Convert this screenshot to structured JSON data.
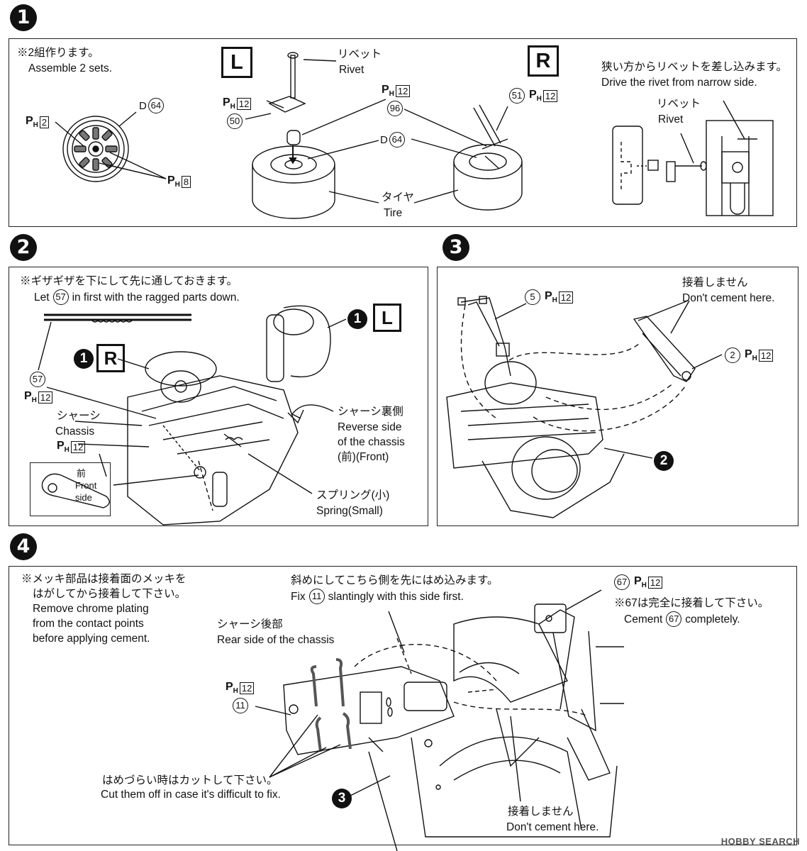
{
  "steps": {
    "s1": "1",
    "s2": "2",
    "s3": "3",
    "s4": "4"
  },
  "step1": {
    "note_jp": "※2組作ります。",
    "note_en": "Assemble 2 sets.",
    "left_label": "L",
    "right_label": "R",
    "rivet_jp": "リベット",
    "rivet_en": "Rivet",
    "tire_jp": "タイヤ",
    "tire_en": "Tire",
    "drive_jp": "狭い方からリベットを差し込みます。",
    "drive_en": "Drive the rivet from narrow side.",
    "rivet2_jp": "リベット",
    "rivet2_en": "Rivet",
    "refs": {
      "d64_prefix": "D",
      "d64": "64",
      "ph2": "2",
      "ph8": "8",
      "ph12_a": "12",
      "p50": "50",
      "ph12_b": "12",
      "p96": "96",
      "d64b_prefix": "D",
      "d64b": "64",
      "p51": "51",
      "ph12_c": "12"
    }
  },
  "step2": {
    "note_jp": "※ギザギザを下にして先に通しておきます。",
    "note_en_a": "Let",
    "note_part": "57",
    "note_en_b": "in first with the ragged parts down.",
    "p57": "57",
    "ph12_a": "12",
    "chassis_jp": "シャーシ",
    "chassis_en": "Chassis",
    "ph12_b": "12",
    "front_jp": "前",
    "front_en_a": "Front",
    "front_en_b": "side",
    "reverse_jp": "シャーシ裏側",
    "reverse_en_a": "Reverse side",
    "reverse_en_b": "of the chassis",
    "reverse_en_c": "(前)(Front)",
    "spring_jp": "スプリング(小)",
    "spring_en": "Spring(Small)",
    "step_ref_r": "1",
    "side_r": "R",
    "step_ref_l": "1",
    "side_l": "L"
  },
  "step3": {
    "p5": "5",
    "ph12_a": "12",
    "no_cement_jp": "接着しません",
    "no_cement_en": "Don't cement here.",
    "p2": "2",
    "ph12_b": "12",
    "step_ref": "2"
  },
  "step4": {
    "chrome_jp_a": "※メッキ部品は接着面のメッキを",
    "chrome_jp_b": "はがしてから接着して下さい。",
    "chrome_en_a": "Remove chrome plating",
    "chrome_en_b": "from the contact points",
    "chrome_en_c": "before applying cement.",
    "slant_jp": "斜めにしてこちら側を先にはめ込みます。",
    "slant_en_a": "Fix",
    "slant_part": "11",
    "slant_en_b": "slantingly with this  side first.",
    "rear_jp": "シャーシ後部",
    "rear_en": "Rear side of the chassis",
    "ph12_a": "12",
    "p11": "11",
    "p67": "67",
    "ph12_b": "12",
    "cement_jp": "※67は完全に接着して下さい。",
    "cement_en_a": "Cement",
    "cement_part": "67",
    "cement_en_b": "completely.",
    "cut_jp": "はめづらい時はカットして下さい。",
    "cut_en": "Cut them off in case it's difficult to fix.",
    "step_ref": "3",
    "no_cement_jp": "接着しません",
    "no_cement_en": "Don't cement here."
  },
  "watermark": "HOBBY SEARCH",
  "ph_label": "P",
  "ph_sub": "H"
}
